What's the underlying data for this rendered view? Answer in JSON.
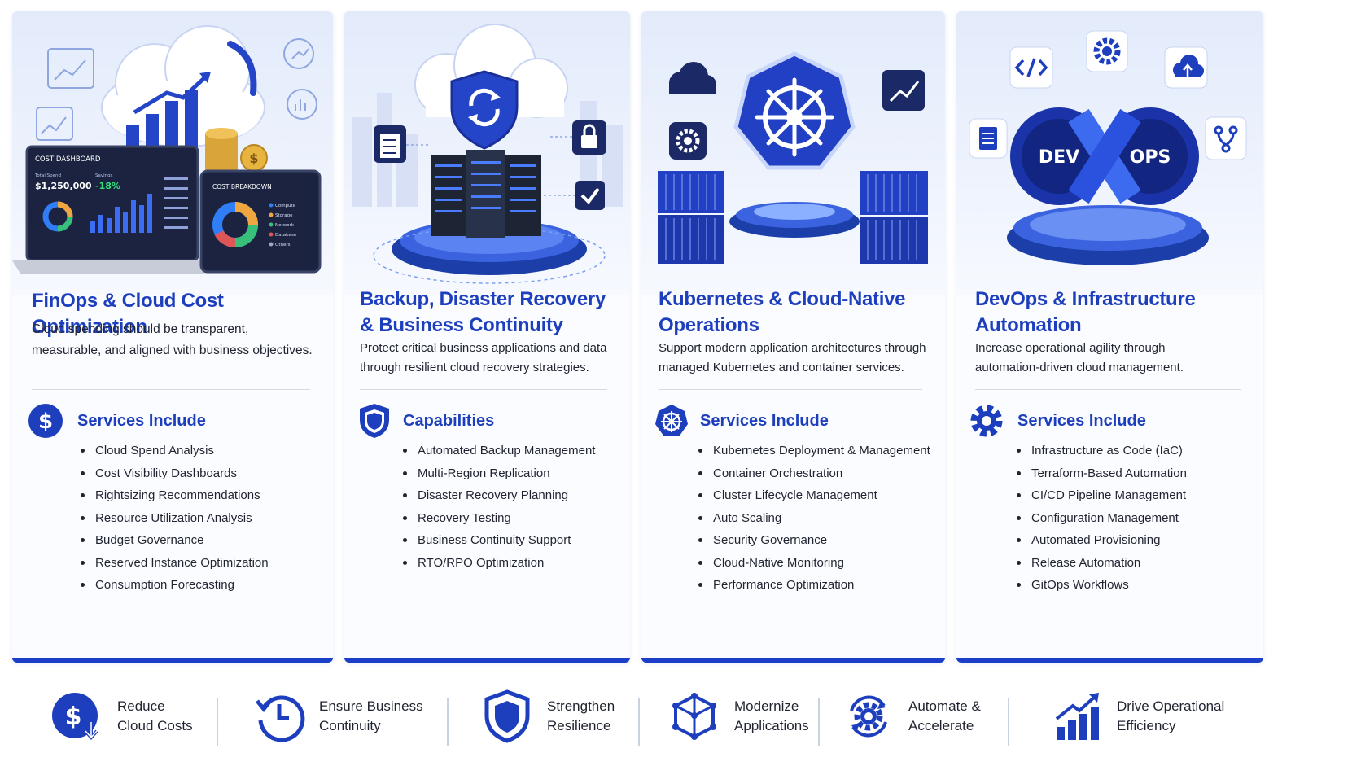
{
  "accent": "#1d3fbd",
  "cards": [
    {
      "title": "FinOps & Cloud Cost Optimization",
      "desc": "Cloud spending should be transparent, measurable, and aligned with business objectives.",
      "section": "Services Include",
      "icon": "dollar-circle-icon",
      "items": [
        "Cloud Spend Analysis",
        "Cost Visibility Dashboards",
        "Rightsizing Recommendations",
        "Resource Utilization Analysis",
        "Budget Governance",
        "Reserved Instance Optimization",
        "Consumption Forecasting"
      ],
      "art": {
        "dashboard_title": "COST DASHBOARD",
        "total_label": "Total Spend",
        "savings_label": "Savings",
        "total_value": "$1,250,000",
        "change_value": "-18%",
        "breakdown_title": "COST BREAKDOWN",
        "breakdown_items": [
          "Compute",
          "Storage",
          "Network",
          "Database",
          "Others"
        ]
      }
    },
    {
      "title": "Backup, Disaster Recovery & Business Continuity",
      "desc": "Protect critical business applications and data through resilient cloud recovery strategies.",
      "section": "Capabilities",
      "icon": "shield-icon",
      "items": [
        "Automated Backup Management",
        "Multi-Region Replication",
        "Disaster Recovery Planning",
        "Recovery Testing",
        "Business Continuity Support",
        "RTO/RPO Optimization"
      ]
    },
    {
      "title": "Kubernetes & Cloud-Native Operations",
      "desc": "Support modern application architectures through managed Kubernetes and container services.",
      "section": "Services Include",
      "icon": "kubernetes-wheel-icon",
      "items": [
        "Kubernetes Deployment & Management",
        "Container Orchestration",
        "Cluster Lifecycle Management",
        "Auto Scaling",
        "Security Governance",
        "Cloud-Native Monitoring",
        "Performance Optimization"
      ]
    },
    {
      "title": "DevOps & Infrastructure Automation",
      "desc": "Increase operational agility through automation-driven cloud management.",
      "section": "Services Include",
      "icon": "gear-icon",
      "items": [
        "Infrastructure as Code (IaC)",
        "Terraform-Based Automation",
        "CI/CD Pipeline Management",
        "Configuration Management",
        "Automated Provisioning",
        "Release Automation",
        "GitOps Workflows"
      ],
      "art": {
        "dev_label": "DEV",
        "ops_label": "OPS"
      }
    }
  ],
  "benefits": [
    {
      "line1": "Reduce",
      "line2": "Cloud Costs",
      "icon": "dollar-down-icon"
    },
    {
      "line1": "Ensure Business",
      "line2": "Continuity",
      "icon": "clock-restore-icon"
    },
    {
      "line1": "Strengthen",
      "line2": "Resilience",
      "icon": "shield-icon"
    },
    {
      "line1": "Modernize",
      "line2": "Applications",
      "icon": "cube-network-icon"
    },
    {
      "line1": "Automate &",
      "line2": "Accelerate",
      "icon": "gear-cycle-icon"
    },
    {
      "line1": "Drive Operational",
      "line2": "Efficiency",
      "icon": "growth-chart-icon"
    }
  ]
}
